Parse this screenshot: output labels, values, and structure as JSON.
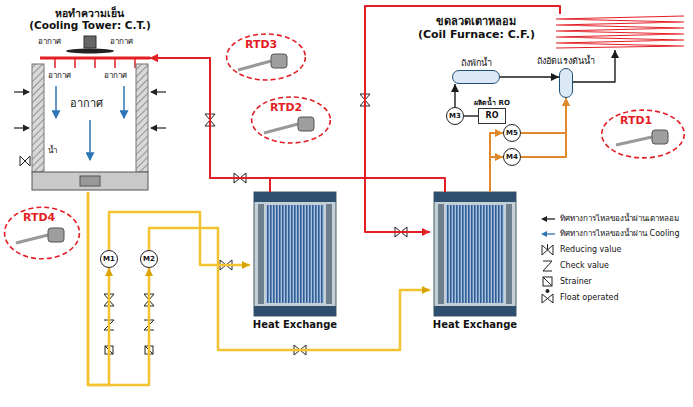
{
  "diagram": {
    "nodes": [
      {
        "text": [
          "หอทำความเย็น",
          "(Cooling Tower: C.T.)"
        ]
      },
      {
        "text": [
          "ขดลวดเตาหลอม",
          "(Coil Furnace: C.F.)"
        ]
      },
      {
        "text": [
          "RTD3"
        ]
      },
      {
        "text": [
          "RTD2"
        ]
      },
      {
        "text": [
          "ถังพักน้ำ"
        ]
      },
      {
        "text": [
          "ถังอัดแรงดันน้ำ"
        ]
      },
      {
        "text": [
          "ผลิตน้ำ RO",
          "RO"
        ]
      },
      {
        "text": [
          "M3"
        ]
      },
      {
        "text": [
          "RTD1"
        ]
      },
      {
        "text": [
          "M5"
        ]
      },
      {
        "text": [
          "M4"
        ]
      },
      {
        "text": [
          "RTD4"
        ]
      },
      {
        "text": [
          "M1"
        ]
      },
      {
        "text": [
          "M2"
        ]
      },
      {
        "text": [
          "Heat Exchange"
        ]
      },
      {
        "text": [
          "Heat Exchange"
        ]
      }
    ],
    "edges": [
      {
        "from": 6,
        "to": 7,
        "arrow": "none"
      },
      {
        "from": 7,
        "to": 4,
        "arrow": "to"
      },
      {
        "from": 4,
        "to": 5,
        "arrow": "to"
      },
      {
        "from": 5,
        "to": 1,
        "arrow": "to"
      },
      {
        "from": 1,
        "to": 15,
        "arrow": "to"
      },
      {
        "from": 15,
        "to": 9,
        "arrow": "to"
      },
      {
        "from": 15,
        "to": 10,
        "arrow": "to"
      },
      {
        "from": 9,
        "to": 5,
        "arrow": "to"
      },
      {
        "from": 10,
        "to": 5,
        "arrow": "to"
      },
      {
        "from": 0,
        "to": 12,
        "arrow": "to"
      },
      {
        "from": 0,
        "to": 13,
        "arrow": "to"
      },
      {
        "from": 12,
        "to": 14,
        "arrow": "to"
      },
      {
        "from": 13,
        "to": 15,
        "arrow": "to"
      },
      {
        "from": 14,
        "to": 0,
        "arrow": "to"
      },
      {
        "from": 15,
        "to": 0,
        "arrow": "to"
      }
    ],
    "labels": [
      "อากาศ",
      "อากาศ",
      "อากาศ",
      "อากาศ",
      "อากาศ",
      "น้ำ"
    ],
    "legend": [
      {
        "text": "ทิศทางการไหลของน้ำผ่านเตาหลอม"
      },
      {
        "text": "ทิศทางการไหลของน้ำผ่าน Cooling"
      },
      {
        "text": "Reducing value"
      },
      {
        "text": "Check value"
      },
      {
        "text": "Strainer"
      },
      {
        "text": "Float operated"
      }
    ]
  }
}
